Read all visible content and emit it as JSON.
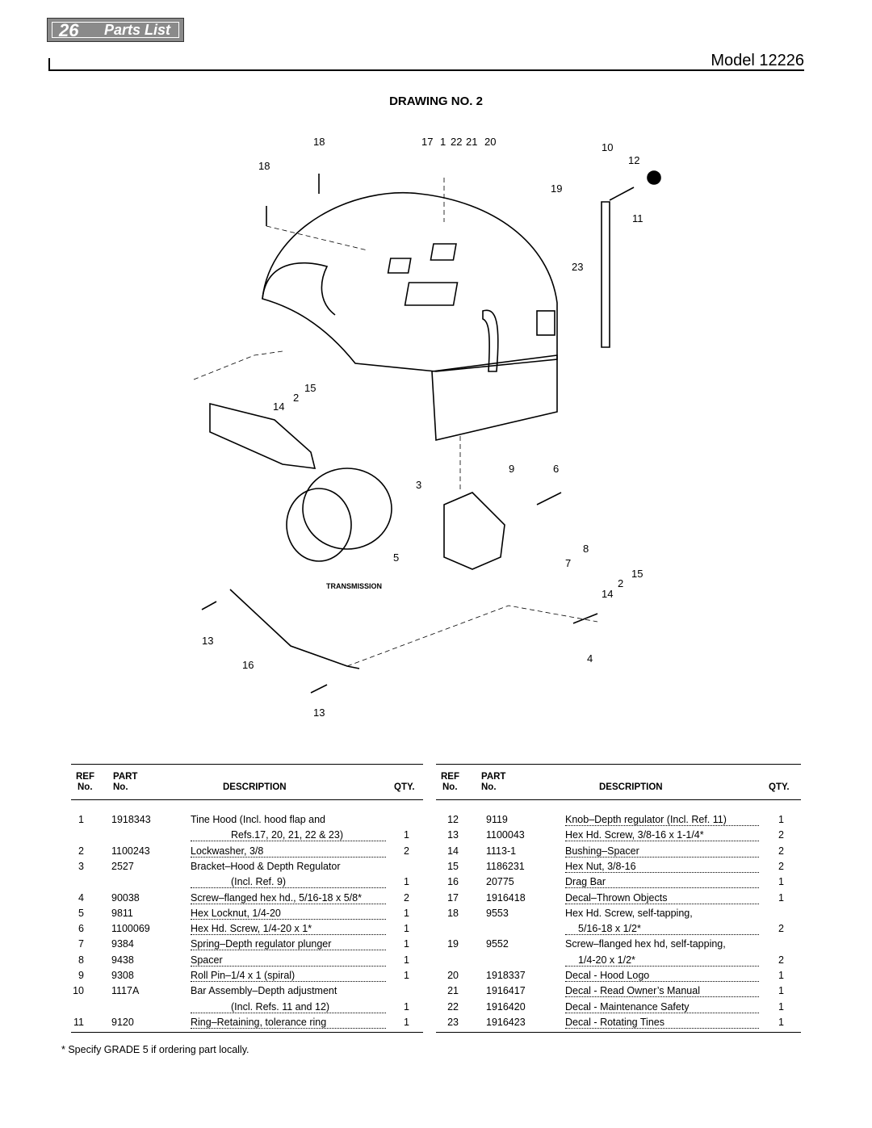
{
  "header": {
    "page_number": "26",
    "section_title": "Parts List",
    "model": "Model 12226"
  },
  "drawing": {
    "title": "DRAWING NO. 2",
    "callouts": {
      "c18a": "18",
      "c18b": "18",
      "c17": "17",
      "c1": "1",
      "c22": "22",
      "c21": "21",
      "c20": "20",
      "c10": "10",
      "c12": "12",
      "c19": "19",
      "c11": "11",
      "c23": "23",
      "c15a": "15",
      "c2a": "2",
      "c14a": "14",
      "c9": "9",
      "c6": "6",
      "c3": "3",
      "c8": "8",
      "c7": "7",
      "c5": "5",
      "c15b": "15",
      "c2b": "2",
      "c14b": "14",
      "c13a": "13",
      "c16": "16",
      "c4": "4",
      "c13b": "13"
    },
    "transmission_label": "TRANSMISSION"
  },
  "table_headers": {
    "ref_top": "REF",
    "ref_bottom": "No.",
    "part_top": "PART",
    "part_bottom": "No.",
    "description": "DESCRIPTION",
    "qty": "QTY."
  },
  "left_table": [
    {
      "ref": "1",
      "part": "1918343",
      "desc": "Tine Hood (Incl. hood flap and",
      "qty": ""
    },
    {
      "ref": "",
      "part": "",
      "desc": "Refs.17, 20, 21, 22 & 23)",
      "qty": "1"
    },
    {
      "ref": "2",
      "part": "1100243",
      "desc": "Lockwasher, 3/8",
      "qty": "2"
    },
    {
      "ref": "3",
      "part": "2527",
      "desc": "Bracket–Hood & Depth Regulator",
      "qty": ""
    },
    {
      "ref": "",
      "part": "",
      "desc": "(Incl. Ref. 9)",
      "qty": "1"
    },
    {
      "ref": "4",
      "part": "90038",
      "desc": "Screw–flanged hex hd., 5/16-18 x 5/8*",
      "qty": "2"
    },
    {
      "ref": "5",
      "part": "9811",
      "desc": "Hex Locknut, 1/4-20",
      "qty": "1"
    },
    {
      "ref": "6",
      "part": "1100069",
      "desc": "Hex Hd. Screw, 1/4-20 x 1*",
      "qty": "1"
    },
    {
      "ref": "7",
      "part": "9384",
      "desc": "Spring–Depth regulator plunger",
      "qty": "1"
    },
    {
      "ref": "8",
      "part": "9438",
      "desc": "Spacer",
      "qty": "1"
    },
    {
      "ref": "9",
      "part": "9308",
      "desc": "Roll Pin–1/4 x 1 (spiral)",
      "qty": "1"
    },
    {
      "ref": "10",
      "part": "1117A",
      "desc": "Bar Assembly–Depth adjustment",
      "qty": ""
    },
    {
      "ref": "",
      "part": "",
      "desc": "(Incl. Refs. 11 and 12)",
      "qty": "1"
    },
    {
      "ref": "11",
      "part": "9120",
      "desc": "Ring–Retaining, tolerance ring",
      "qty": "1"
    }
  ],
  "right_table": [
    {
      "ref": "12",
      "part": "9119",
      "desc": "Knob–Depth regulator (Incl. Ref. 11)",
      "qty": "1"
    },
    {
      "ref": "13",
      "part": "1100043",
      "desc": "Hex Hd. Screw, 3/8-16 x 1-1/4*",
      "qty": "2"
    },
    {
      "ref": "14",
      "part": "1113-1",
      "desc": "Bushing–Spacer",
      "qty": "2"
    },
    {
      "ref": "15",
      "part": "1186231",
      "desc": "Hex Nut, 3/8-16",
      "qty": "2"
    },
    {
      "ref": "16",
      "part": "20775",
      "desc": "Drag Bar",
      "qty": "1"
    },
    {
      "ref": "17",
      "part": "1916418",
      "desc": "Decal–Thrown Objects",
      "qty": "1"
    },
    {
      "ref": "18",
      "part": "9553",
      "desc": "Hex Hd. Screw, self-tapping,",
      "qty": ""
    },
    {
      "ref": "",
      "part": "",
      "desc": "5/16-18 x 1/2*",
      "qty": "2"
    },
    {
      "ref": "19",
      "part": "9552",
      "desc": "Screw–flanged hex hd, self-tapping,",
      "qty": ""
    },
    {
      "ref": "",
      "part": "",
      "desc": "1/4-20 x 1/2*",
      "qty": "2"
    },
    {
      "ref": "20",
      "part": "1918337",
      "desc": "Decal - Hood Logo",
      "qty": "1"
    },
    {
      "ref": "21",
      "part": "1916417",
      "desc": "Decal - Read Owner’s Manual",
      "qty": "1"
    },
    {
      "ref": "22",
      "part": "1916420",
      "desc": "Decal - Maintenance Safety",
      "qty": "1"
    },
    {
      "ref": "23",
      "part": "1916423",
      "desc": "Decal - Rotating Tines",
      "qty": "1"
    }
  ],
  "footnote": "* Specify GRADE 5 if ordering part locally."
}
